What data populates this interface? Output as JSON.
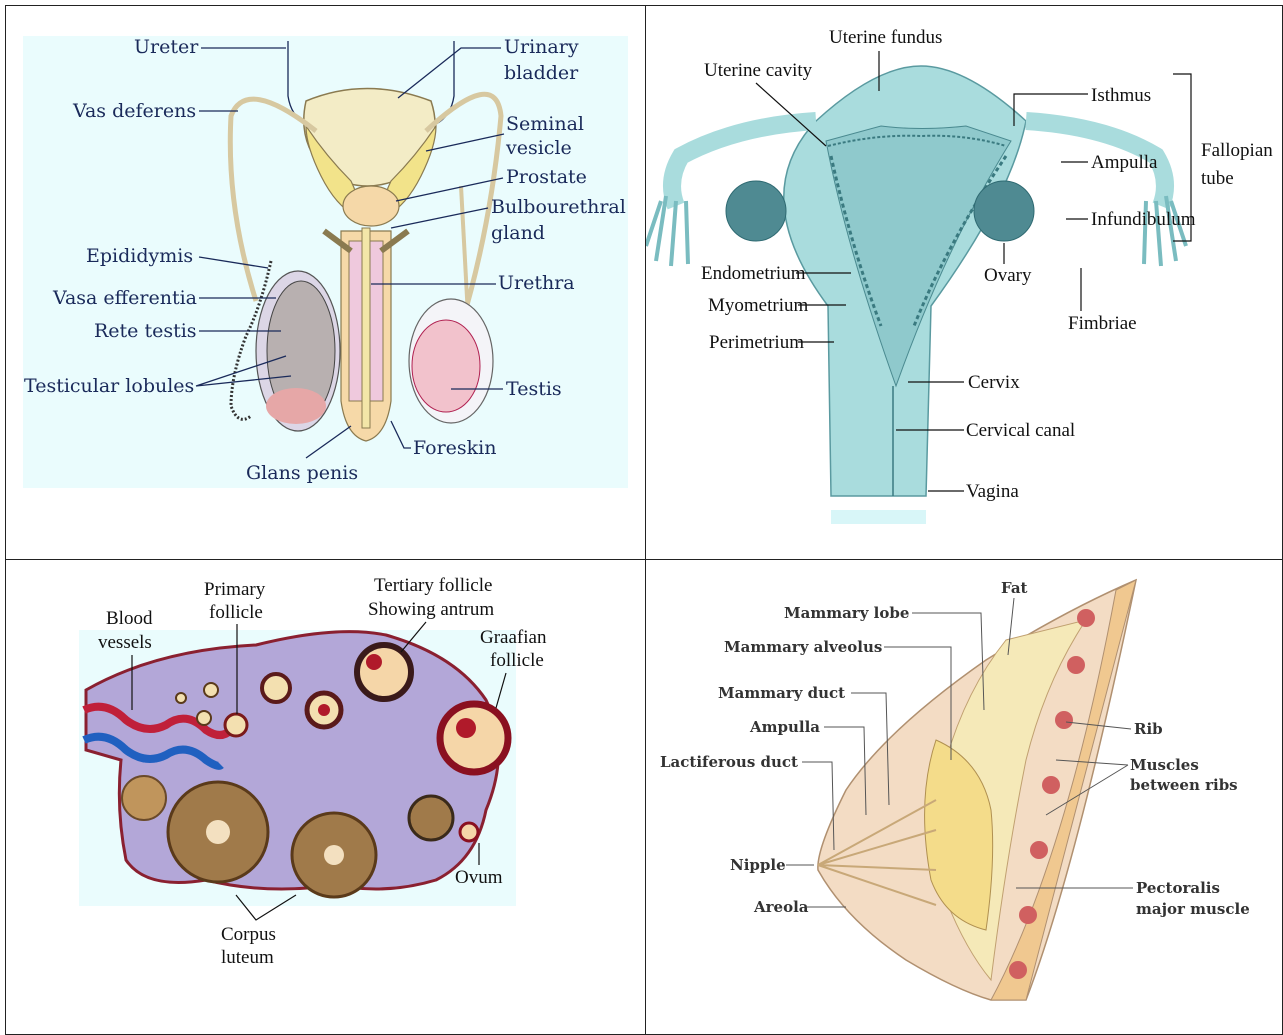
{
  "panels": [
    {
      "id": "male-reproductive-system",
      "labels": {
        "ureter": "Ureter",
        "vas_deferens": "Vas deferens",
        "epididymis": "Epididymis",
        "vasa_efferentia": "Vasa efferentia",
        "rete_testis": "Rete testis",
        "testicular_lobules": "Testicular lobules",
        "glans_penis": "Glans penis",
        "urinary_bladder_1": "Urinary",
        "urinary_bladder_2": "bladder",
        "seminal_vesicle_1": "Seminal",
        "seminal_vesicle_2": "vesicle",
        "prostate": "Prostate",
        "bulbourethral_1": "Bulbourethral",
        "bulbourethral_2": "gland",
        "urethra": "Urethra",
        "testis": "Testis",
        "foreskin": "Foreskin"
      }
    },
    {
      "id": "female-reproductive-system",
      "labels": {
        "uterine_fundus": "Uterine fundus",
        "uterine_cavity": "Uterine cavity",
        "isthmus": "Isthmus",
        "ampulla": "Ampulla",
        "infundibulum": "Infundibulum",
        "fallopian_1": "Fallopian",
        "fallopian_2": "tube",
        "endometrium": "Endometrium",
        "myometrium": "Myometrium",
        "perimetrium": "Perimetrium",
        "ovary": "Ovary",
        "fimbriae": "Fimbriae",
        "cervix": "Cervix",
        "cervical_canal": "Cervical canal",
        "vagina": "Vagina"
      }
    },
    {
      "id": "ovary-section",
      "labels": {
        "blood_vessels_1": "Blood",
        "blood_vessels_2": "vessels",
        "primary_follicle_1": "Primary",
        "primary_follicle_2": "follicle",
        "tertiary_1": "Tertiary follicle",
        "tertiary_2": "Showing antrum",
        "graafian_1": "Graafian",
        "graafian_2": "follicle",
        "ovum": "Ovum",
        "corpus_luteum_1": "Corpus",
        "corpus_luteum_2": "luteum"
      }
    },
    {
      "id": "mammary-gland",
      "labels": {
        "fat": "Fat",
        "mammary_lobe": "Mammary lobe",
        "mammary_alveolus": "Mammary alveolus",
        "mammary_duct": "Mammary duct",
        "ampulla": "Ampulla",
        "lactiferous_duct": "Lactiferous duct",
        "nipple": "Nipple",
        "areola": "Areola",
        "rib": "Rib",
        "muscles_1": "Muscles",
        "muscles_2": "between ribs",
        "pectoralis_1": "Pectoralis",
        "pectoralis_2": "major muscle"
      }
    }
  ],
  "colors": {
    "male_bg": "#eafcfd",
    "uterus": "#a9dcdd",
    "ovary_tissue": "#b3a7d8",
    "breast": "#f3dcc4"
  }
}
